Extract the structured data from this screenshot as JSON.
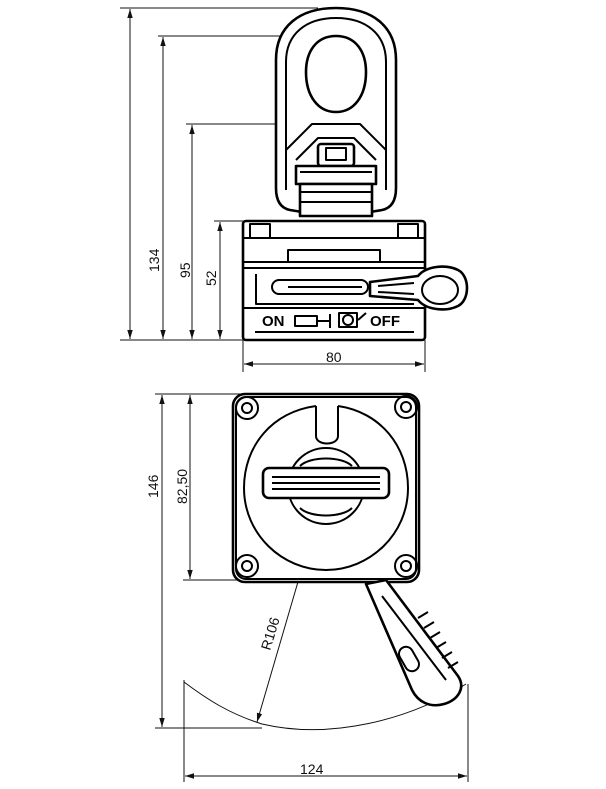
{
  "side_view": {
    "dim_total_height": "134",
    "dim_shackle_base": "95",
    "dim_body_height": "52",
    "dim_width": "80",
    "switch_on_label": "ON",
    "switch_off_label": "OFF"
  },
  "top_view": {
    "dim_total_height": "146",
    "dim_center_height": "82,50",
    "dim_radius": "R106",
    "dim_sweep_width": "124"
  }
}
